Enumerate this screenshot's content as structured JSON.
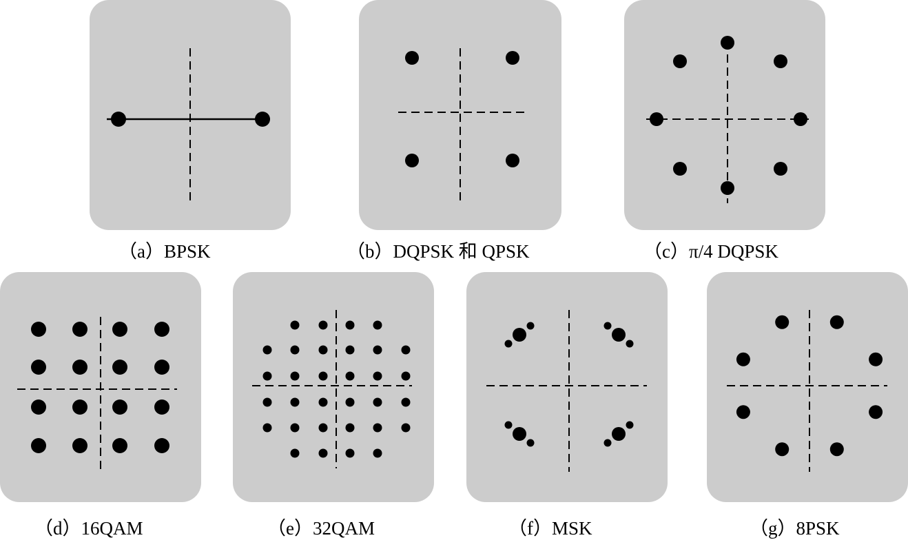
{
  "colors": {
    "panel_background": "#cccccc",
    "point": "#000000",
    "page_background": "#ffffff"
  },
  "captions": {
    "a": "（a）BPSK",
    "b": "（b）DQPSK 和 QPSK",
    "c": "（c）π/4 DQPSK",
    "d": "（d）16QAM",
    "e": "（e）32QAM",
    "f": "（f）MSK",
    "g": "（g）8PSK"
  }
}
